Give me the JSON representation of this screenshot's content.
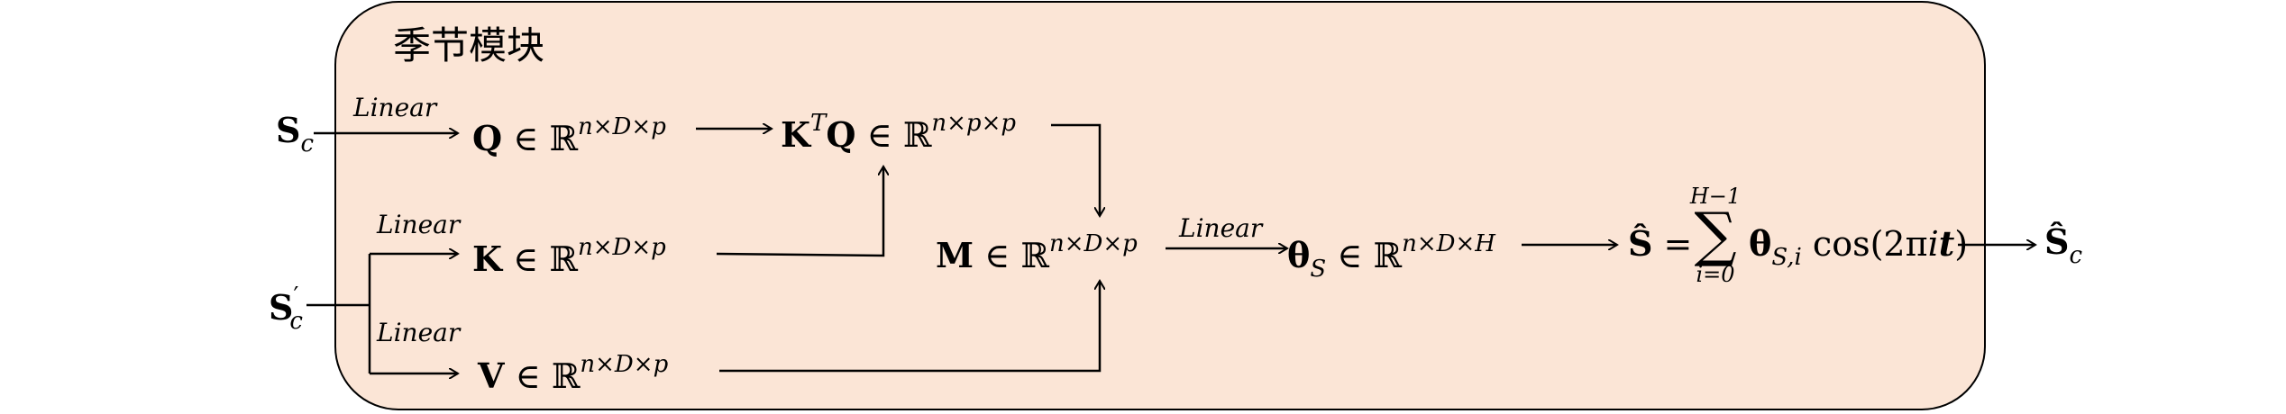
{
  "module": {
    "title": "季节模块",
    "box_fill": "#fbe5d6",
    "box_stroke": "#000000"
  },
  "linear_label": "Linear",
  "inputs": {
    "sc": {
      "symbol": "S",
      "subscript": "c"
    },
    "sc_prime": {
      "symbol": "S",
      "prime": "′",
      "subscript": "c"
    }
  },
  "nodes": {
    "q": {
      "symbol": "Q",
      "in": "∈",
      "space": "ℝ",
      "dims": "n×D×p"
    },
    "k": {
      "symbol": "K",
      "in": "∈",
      "space": "ℝ",
      "dims": "n×D×p"
    },
    "v": {
      "symbol": "V",
      "in": "∈",
      "space": "ℝ",
      "dims": "n×D×p"
    },
    "ktq": {
      "symbol_k": "K",
      "transpose": "T",
      "symbol_q": "Q",
      "in": "∈",
      "space": "ℝ",
      "dims": "n×p×p"
    },
    "m": {
      "symbol": "M",
      "in": "∈",
      "space": "ℝ",
      "dims": "n×D×p"
    },
    "theta": {
      "symbol": "θ",
      "subscript": "S",
      "in": "∈",
      "space": "ℝ",
      "dims": "n×D×H"
    },
    "shat": {
      "lhs": "Ŝ",
      "eq": "=",
      "sum": "∑",
      "upper": "H−1",
      "lower": "i=0",
      "theta": "θ",
      "theta_sub": "S,i",
      "cos": "cos(2π",
      "i": "i",
      "t": "t",
      "close": ")"
    }
  },
  "output": {
    "symbol": "Ŝ",
    "subscript": "c"
  }
}
